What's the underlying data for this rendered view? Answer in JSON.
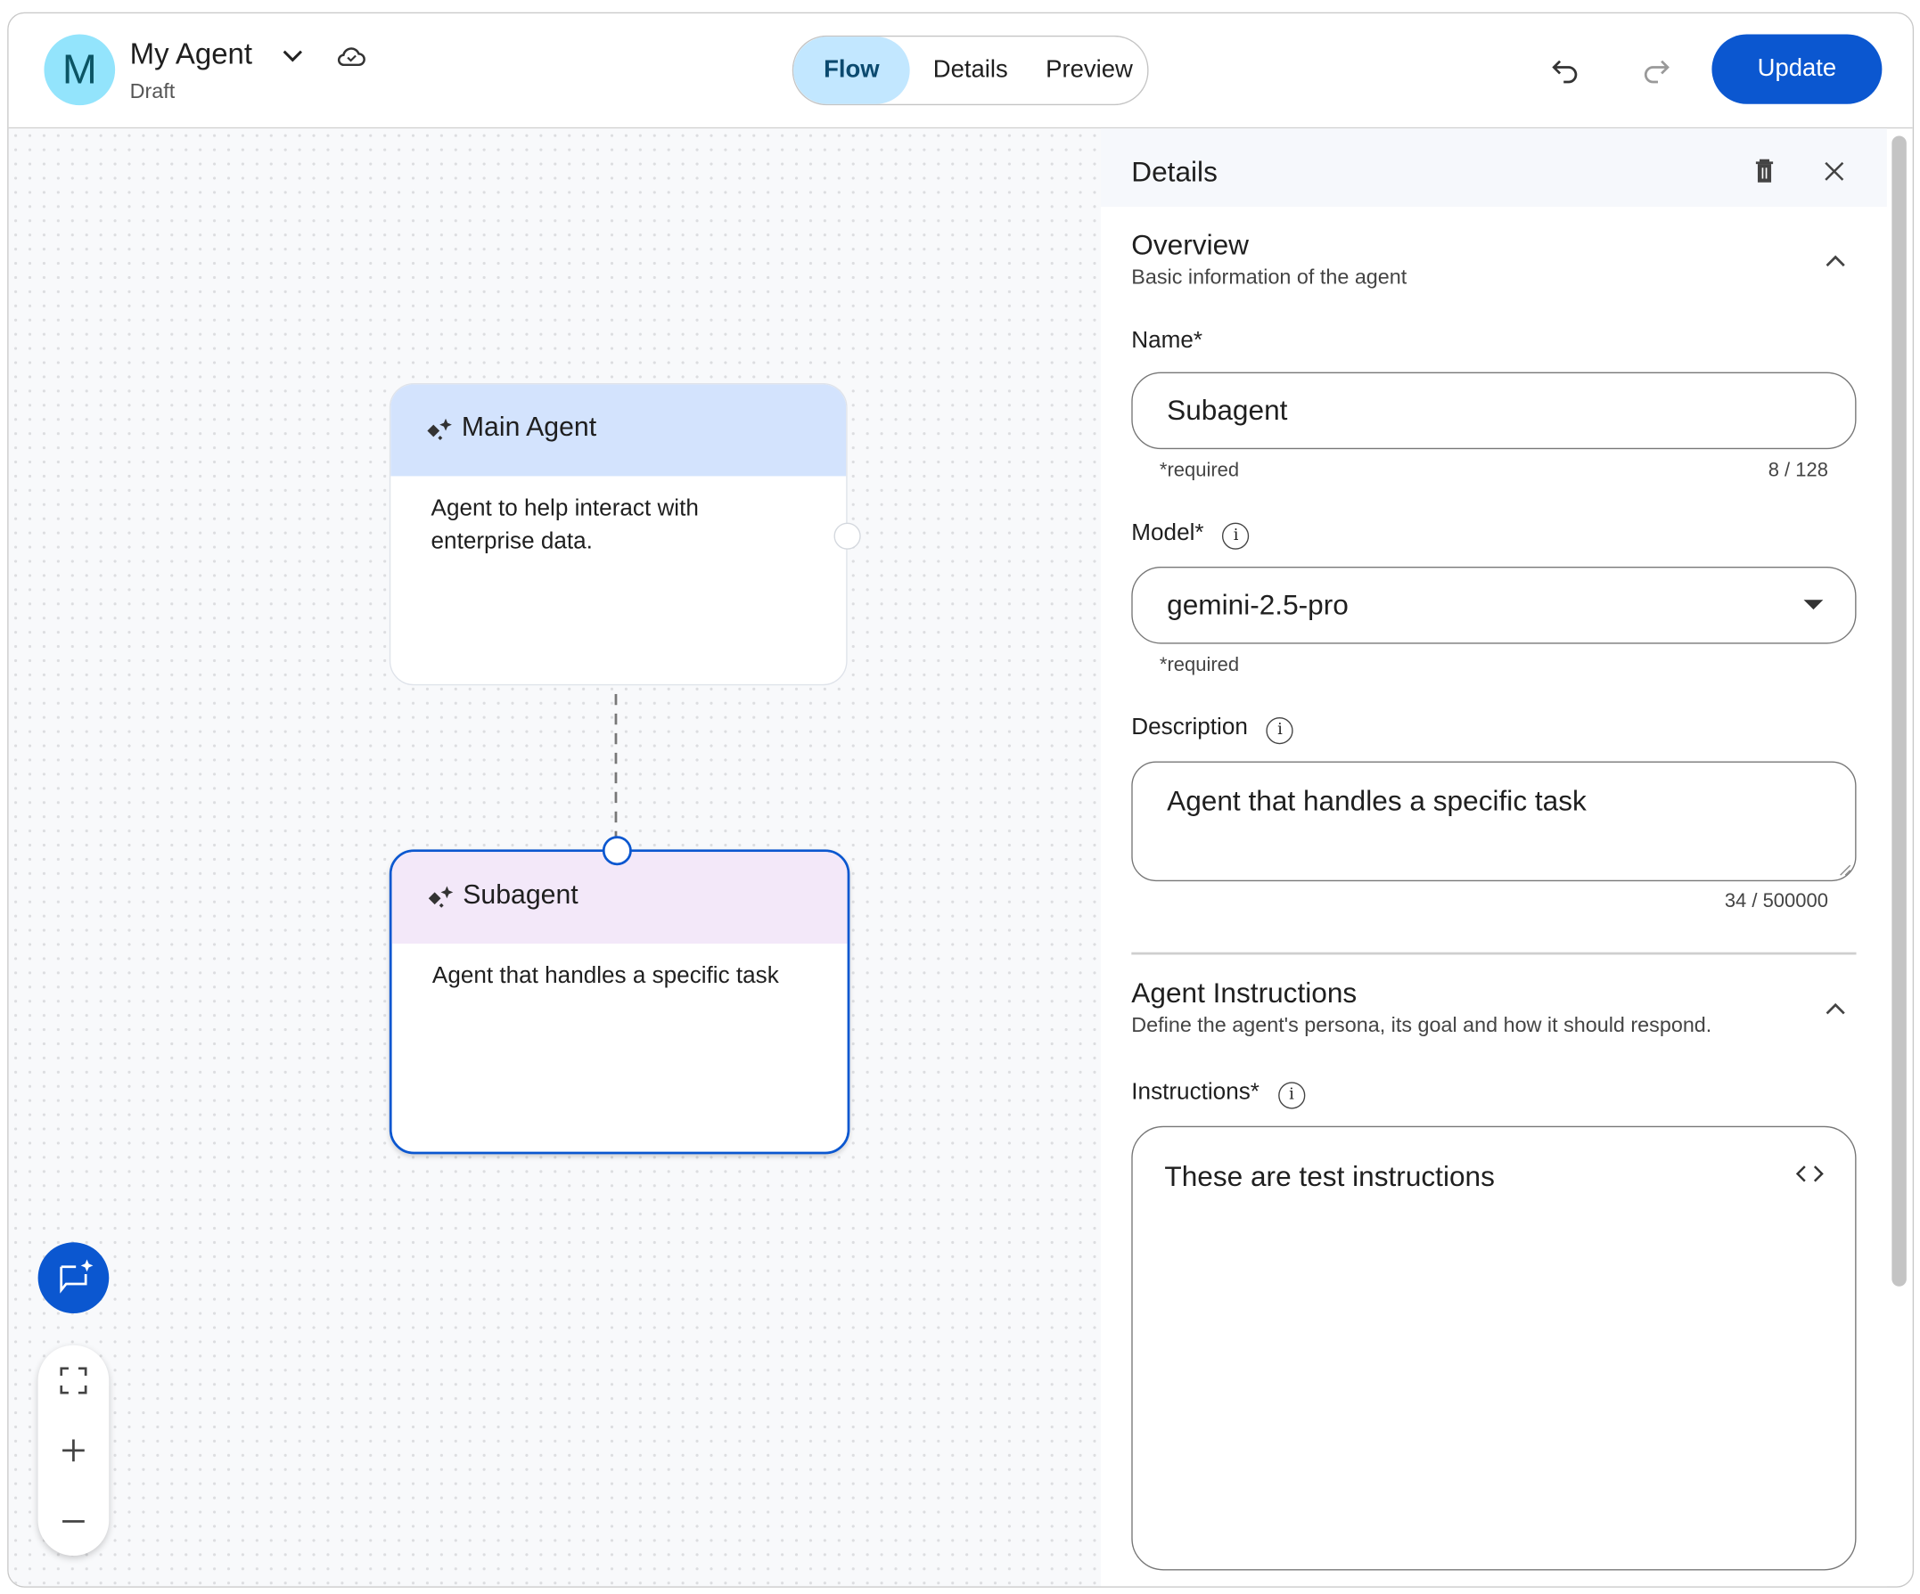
{
  "header": {
    "avatar_letter": "M",
    "agent_name": "My Agent",
    "status": "Draft",
    "tabs": [
      {
        "label": "Flow",
        "active": true
      },
      {
        "label": "Details",
        "active": false
      },
      {
        "label": "Preview",
        "active": false
      }
    ],
    "update_label": "Update"
  },
  "canvas": {
    "nodes": [
      {
        "title": "Main Agent",
        "description": "Agent to help interact with enterprise data.",
        "header_color": "#d3e3fd"
      },
      {
        "title": "Subagent",
        "description": "Agent that handles a specific task",
        "header_color": "#f3e8f9",
        "selected": true
      }
    ]
  },
  "panel": {
    "title": "Details",
    "overview": {
      "title": "Overview",
      "subtitle": "Basic information of the agent",
      "name_label": "Name*",
      "name_value": "Subagent",
      "name_hint": "*required",
      "name_count": "8 / 128",
      "model_label": "Model*",
      "model_value": "gemini-2.5-pro",
      "model_hint": "*required",
      "description_label": "Description",
      "description_value": "Agent that handles a specific task",
      "description_count": "34 / 500000"
    },
    "instructions": {
      "title": "Agent Instructions",
      "subtitle": "Define the agent's persona, its goal and how it should respond.",
      "label": "Instructions*",
      "value": "These are test instructions"
    }
  },
  "colors": {
    "accent": "#0b57d0",
    "active_tab": "#c2e7ff",
    "avatar": "#93e4fc"
  }
}
